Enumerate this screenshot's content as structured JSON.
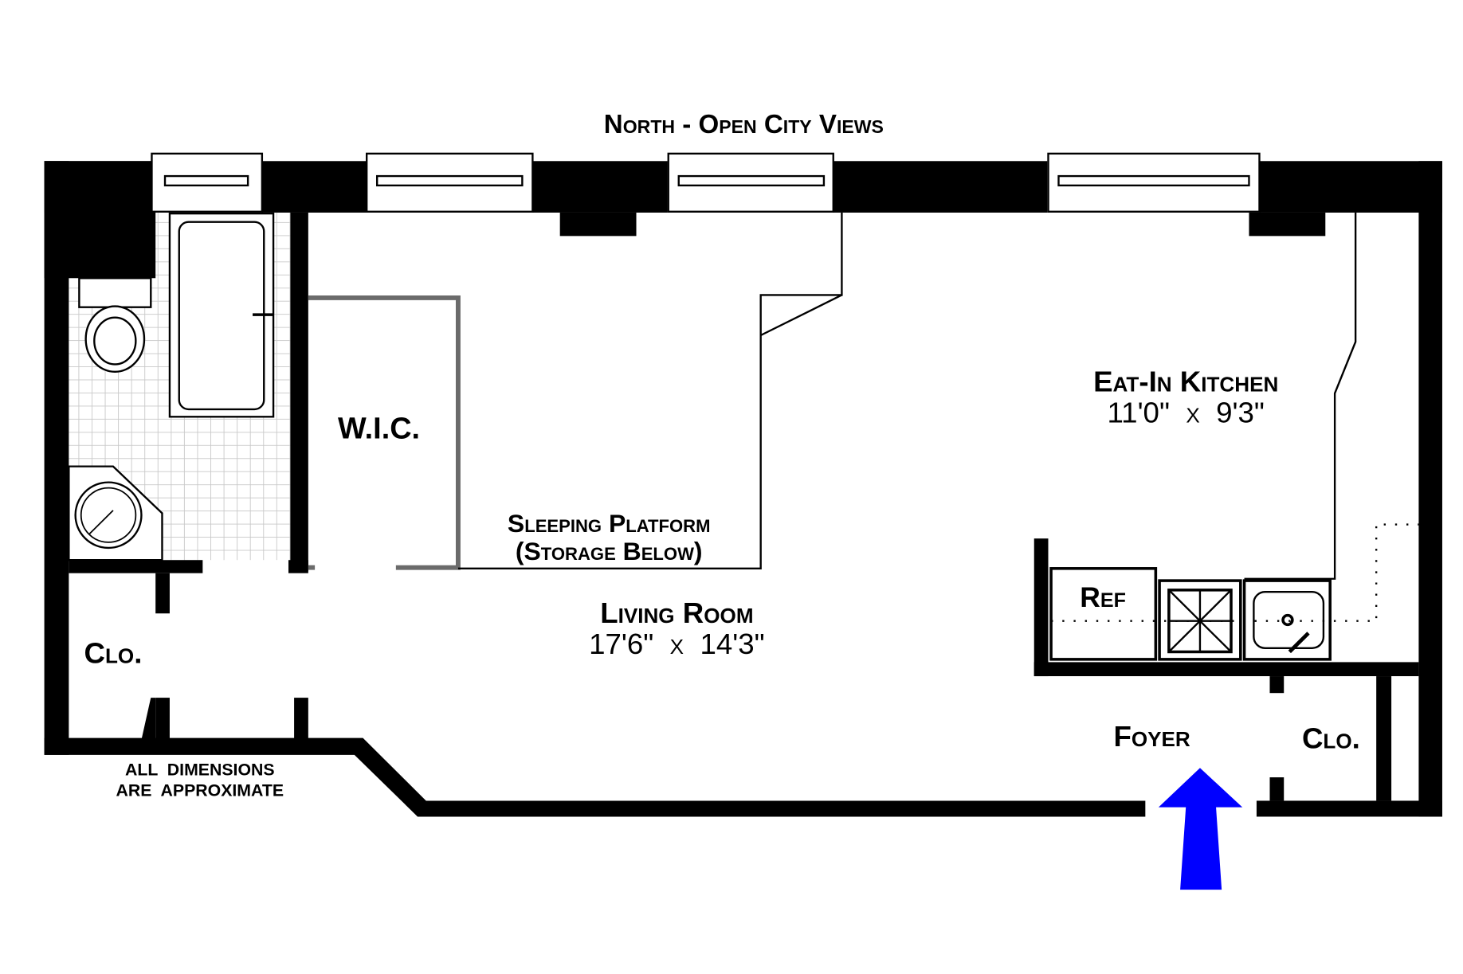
{
  "orientation_label": "North - Open City Views",
  "rooms": {
    "wic": {
      "name": "W.I.C."
    },
    "sleeping": {
      "name": "Sleeping Platform",
      "note": "(Storage Below)"
    },
    "living": {
      "name": "Living Room",
      "dims": "17'6\"  x  14'3\""
    },
    "kitchen": {
      "name": "Eat-In Kitchen",
      "dims": "11'0\"  x  9'3\""
    },
    "closet_left": {
      "name": "Clo."
    },
    "closet_right": {
      "name": "Clo."
    },
    "foyer": {
      "name": "Foyer"
    }
  },
  "appliances": {
    "ref": "Ref"
  },
  "disclaimer": {
    "line1": "ALL  DIMENSIONS",
    "line2": "ARE  APPROXIMATE"
  },
  "colors": {
    "wall": "#000000",
    "entry_arrow": "#0000ff",
    "wic_lines": "#6b6b6b",
    "tile": "#c8c8c8"
  }
}
